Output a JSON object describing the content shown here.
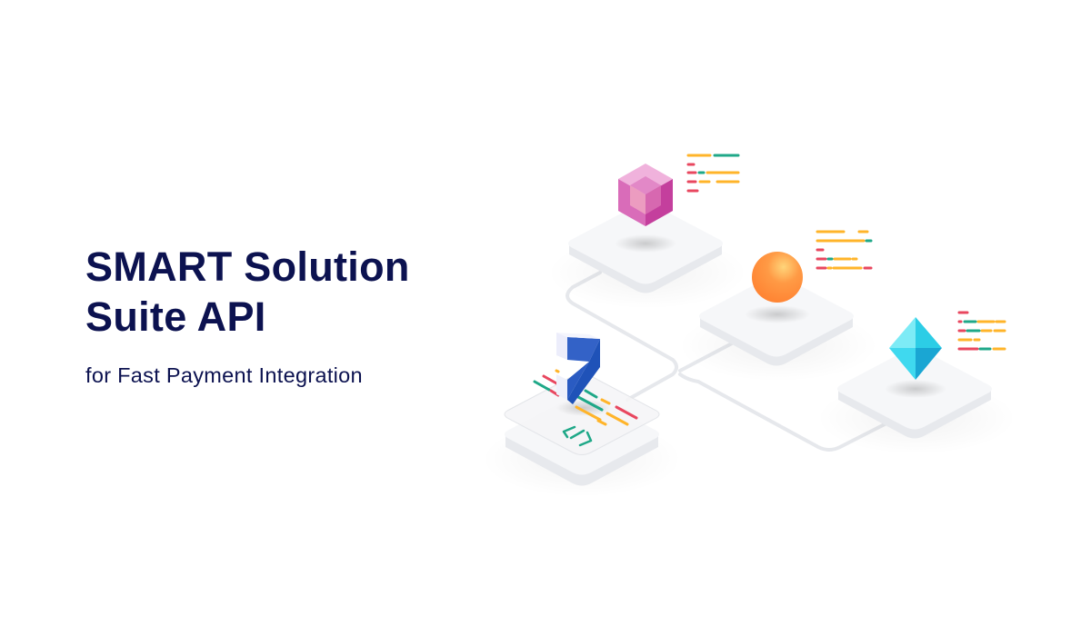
{
  "hero": {
    "title_line1": "SMART Solution",
    "title_line2": "Suite API",
    "subtitle": "for Fast Payment Integration"
  },
  "illustration": {
    "description": "Isometric diagram of connected platforms holding 3D shapes with code-line snippets",
    "nodes": [
      {
        "name": "pink-cube-platform",
        "shape": "cube",
        "color": "#d85cb0"
      },
      {
        "name": "orange-sphere-platform",
        "shape": "sphere",
        "color": "#ff8c3a"
      },
      {
        "name": "cyan-diamond-platform",
        "shape": "octahedron",
        "color": "#2ccde6"
      },
      {
        "name": "blue-logo-platform",
        "shape": "logo",
        "color": "#2457c0",
        "code_icon": "</>"
      }
    ]
  },
  "colors": {
    "title": "#0c1250",
    "code_red": "#e8475f",
    "code_green": "#1fa888",
    "code_yellow": "#ffb42a",
    "platform": "#f6f7f9",
    "platform_edge": "#e4e6ea",
    "connector": "#e6e8ec"
  }
}
